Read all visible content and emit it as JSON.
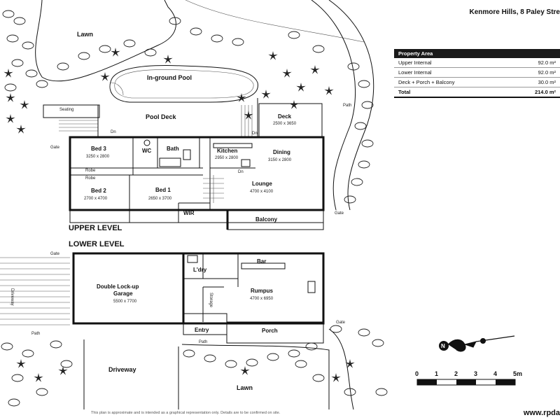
{
  "header": {
    "title": "Kenmore Hills, 8 Paley Stre"
  },
  "area_table": {
    "heading": "Property Area",
    "rows": [
      {
        "label": "Upper Internal",
        "value": "92.0 m²"
      },
      {
        "label": "Lower Internal",
        "value": "92.0 m²"
      },
      {
        "label": "Deck + Porch + Balcony",
        "value": "30.0 m²"
      }
    ],
    "total": {
      "label": "Total",
      "value": "214.0 m²"
    }
  },
  "levels": {
    "upper": "UPPER LEVEL",
    "lower": "LOWER LEVEL"
  },
  "labels": {
    "lawn_top": "Lawn",
    "pool": "In-ground Pool",
    "pool_deck": "Pool Deck",
    "seating": "Seating",
    "deck": "Deck",
    "deck_dim": "2500 x 3650",
    "dn1": "Dn",
    "dn2": "Dn",
    "dn3": "Dn",
    "bed3": "Bed 3",
    "bed3_dim": "3250 x 2800",
    "wc": "WC",
    "bath": "Bath",
    "kitchen": "Kitchen",
    "kitchen_dim": "2950 x 2800",
    "dining": "Dining",
    "dining_dim": "3150 x 2800",
    "robe1": "Robe",
    "robe2": "Robe",
    "bed2": "Bed 2",
    "bed2_dim": "2700 x 4700",
    "bed1": "Bed 1",
    "bed1_dim": "2650 x 3700",
    "lounge": "Lounge",
    "lounge_dim": "4700 x 4100",
    "wir": "WIR",
    "balcony": "Balcony",
    "gate_left": "Gate",
    "gate_right": "Gate",
    "gate_lower_left": "Gate",
    "gate_lower_right": "Gate",
    "path_right": "Path",
    "driveway_side": "Driveway",
    "garage": "Double Lock-up",
    "garage2": "Garage",
    "garage_dim": "5500 x 7700",
    "ldry": "L'dry",
    "bar": "Bar",
    "rumpus": "Rumpus",
    "rumpus_dim": "4700 x 6950",
    "storage": "Storage",
    "entry": "Entry",
    "porch": "Porch",
    "path_left": "Path",
    "path_mid": "Path",
    "driveway": "Driveway",
    "lawn_bottom": "Lawn"
  },
  "scale": {
    "ticks": [
      "0",
      "1",
      "2",
      "3",
      "4",
      "5m"
    ]
  },
  "compass": {
    "letter": "N"
  },
  "footer": {
    "disclaimer": "This plan is approximate and is intended as a graphical representation only. Details are to be confirmed on site.",
    "website": "www.rpda"
  }
}
